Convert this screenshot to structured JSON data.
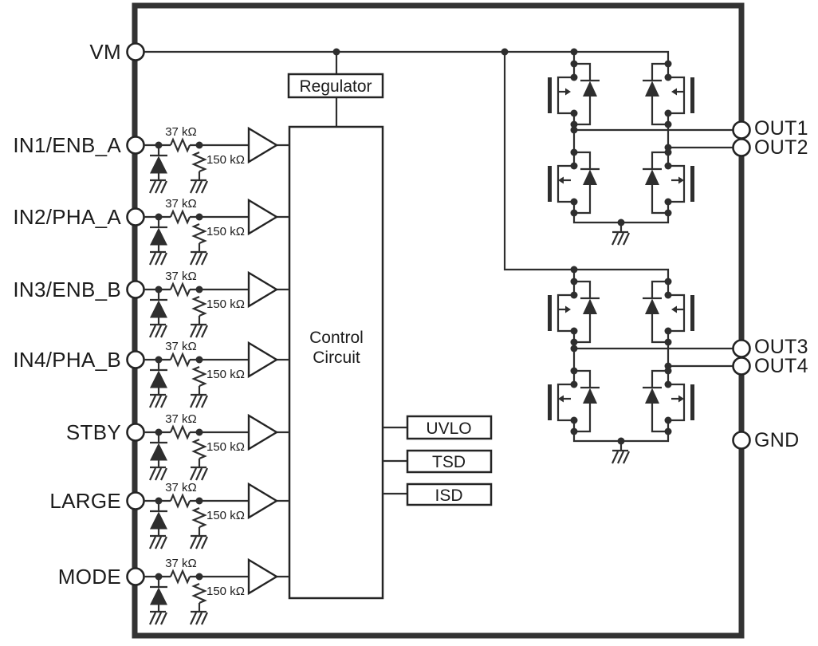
{
  "diagram_type": "motor-driver-ic-functional-block-diagram",
  "pins": {
    "left": [
      {
        "label": "VM"
      },
      {
        "label": "IN1/ENB_A"
      },
      {
        "label": "IN2/PHA_A"
      },
      {
        "label": "IN3/ENB_B"
      },
      {
        "label": "IN4/PHA_B"
      },
      {
        "label": "STBY"
      },
      {
        "label": "LARGE"
      },
      {
        "label": "MODE"
      }
    ],
    "right": [
      {
        "label": "OUT1"
      },
      {
        "label": "OUT2"
      },
      {
        "label": "OUT3"
      },
      {
        "label": "OUT4"
      },
      {
        "label": "GND"
      }
    ]
  },
  "blocks": {
    "regulator": "Regulator",
    "control": {
      "line1": "Control",
      "line2": "Circuit"
    },
    "protection": [
      {
        "label": "UVLO"
      },
      {
        "label": "TSD"
      },
      {
        "label": "ISD"
      }
    ]
  },
  "components": {
    "series_resistor": "37 kΩ",
    "pulldown_resistor": "150 kΩ"
  },
  "colors": {
    "wire": "#2e2e2e",
    "text": "#1c1c1c",
    "background": "#ffffff"
  }
}
